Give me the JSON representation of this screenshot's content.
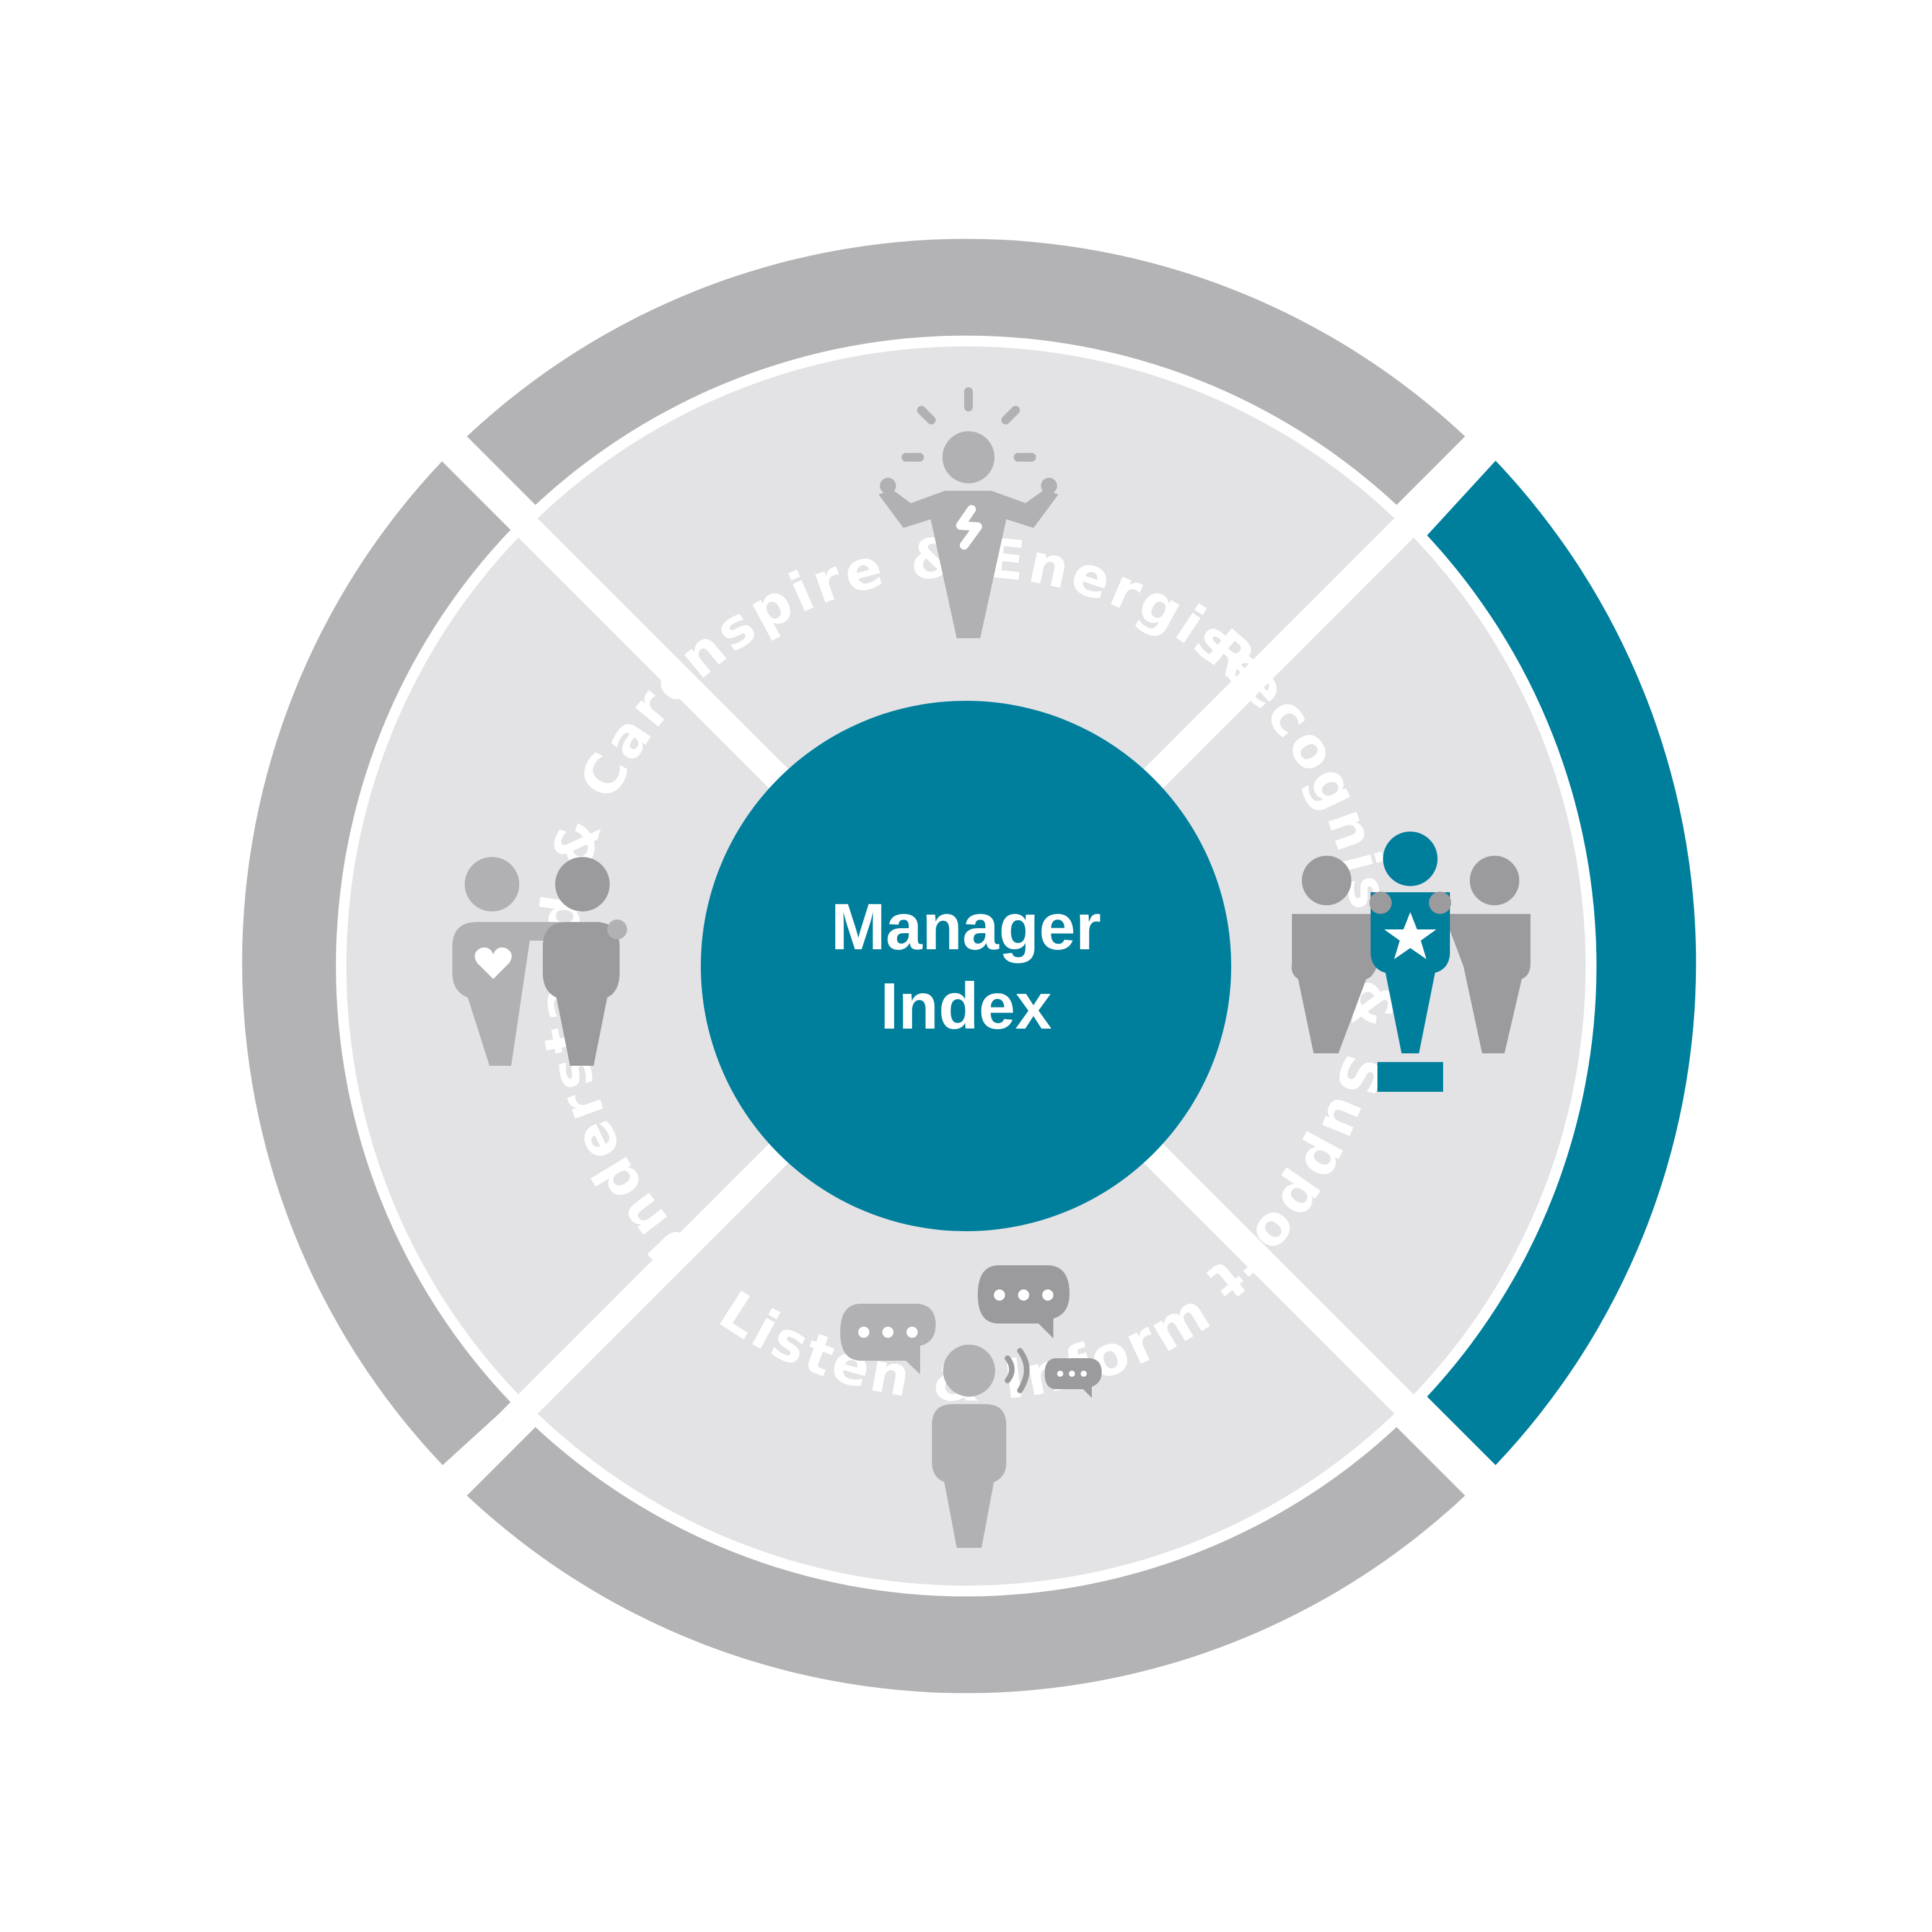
{
  "center": {
    "line1": "Manager",
    "line2": "Index"
  },
  "segments": {
    "top": {
      "label": "Inspire & Energise",
      "icon": "energised-person-icon",
      "color": "#b3b2b5"
    },
    "right": {
      "label": "Recognise & Support",
      "icon": "award-podium-icon",
      "color": "#007f9c"
    },
    "bottom": {
      "label": "Listen & Inform",
      "icon": "speech-bubbles-person-icon",
      "color": "#b3b2b5"
    },
    "left": {
      "label": "Understand & Care",
      "icon": "caring-pair-icon",
      "color": "#b3b2b5"
    }
  },
  "colors": {
    "ring_grey": "#b3b2b5",
    "ring_teal": "#007f9c",
    "inner_fill": "#e3e2e5",
    "center_fill": "#007f9c",
    "icon_light": "#b1b0b3",
    "icon_dark": "#9b9a9d"
  }
}
